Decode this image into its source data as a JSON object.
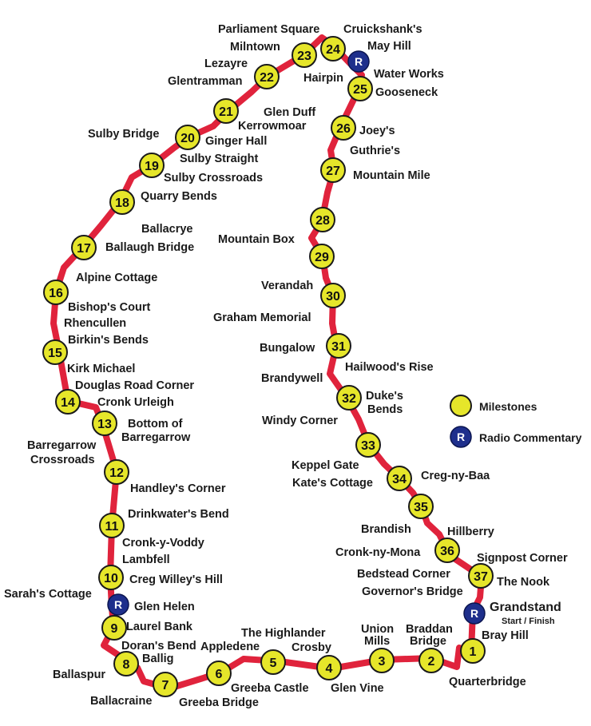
{
  "route_color": "#e0233c",
  "milestone_color": "#e6e62a",
  "radio_color": "#1e2f8c",
  "milestones": [
    "1",
    "2",
    "3",
    "4",
    "5",
    "6",
    "7",
    "8",
    "9",
    "10",
    "11",
    "12",
    "13",
    "14",
    "15",
    "16",
    "17",
    "18",
    "19",
    "20",
    "21",
    "22",
    "23",
    "24",
    "25",
    "26",
    "27",
    "28",
    "29",
    "30",
    "31",
    "32",
    "33",
    "34",
    "35",
    "36",
    "37"
  ],
  "radio_letter": "R",
  "places": [
    "Parliament Square",
    "Cruickshank's",
    "May Hill",
    "Milntown",
    "Lezayre",
    "Glentramman",
    "Hairpin",
    "Water Works",
    "Gooseneck",
    "Glen Duff",
    "Kerrowmoar",
    "Sulby Bridge",
    "Ginger Hall",
    "Joey's",
    "Guthrie's",
    "Sulby Straight",
    "Sulby Crossroads",
    "Mountain Mile",
    "Quarry Bends",
    "Ballacrye",
    "Ballaugh Bridge",
    "Mountain Box",
    "Alpine Cottage",
    "Verandah",
    "Bishop's Court",
    "Rhencullen",
    "Graham Memorial",
    "Birkin's  Bends",
    "Bungalow",
    "Hailwood's Rise",
    "Kirk Michael",
    "Brandywell",
    "Douglas Road Corner",
    "Cronk Urleigh",
    "Duke's",
    "Bends",
    "Bottom of",
    "Barregarrow",
    "Windy Corner",
    "Barregarrow",
    "Crossroads",
    "Keppel Gate",
    "Creg-ny-Baa",
    "Kate's Cottage",
    "Handley's Corner",
    "Drinkwater's Bend",
    "Brandish",
    "Hillberry",
    "Cronk-y-Voddy",
    "Lambfell",
    "Cronk-ny-Mona",
    "Signpost Corner",
    "Bedstead Corner",
    "The Nook",
    "Creg Willey's Hill",
    "Governor's Bridge",
    "Sarah's Cottage",
    "Glen Helen",
    "Grandstand",
    "Laurel Bank",
    "Union",
    "Mills",
    "Braddan",
    "Bridge",
    "The Highlander",
    "Doran's Bend",
    "Appledene",
    "Crosby",
    "Bray Hill",
    "Ballig",
    "Ballaspur",
    "Greeba Castle",
    "Glen Vine",
    "Quarterbridge",
    "Ballacraine",
    "Greeba Bridge"
  ],
  "grandstand_sub": "Start / Finish",
  "legend": {
    "milestones": "Milestones",
    "radio": "Radio Commentary"
  }
}
